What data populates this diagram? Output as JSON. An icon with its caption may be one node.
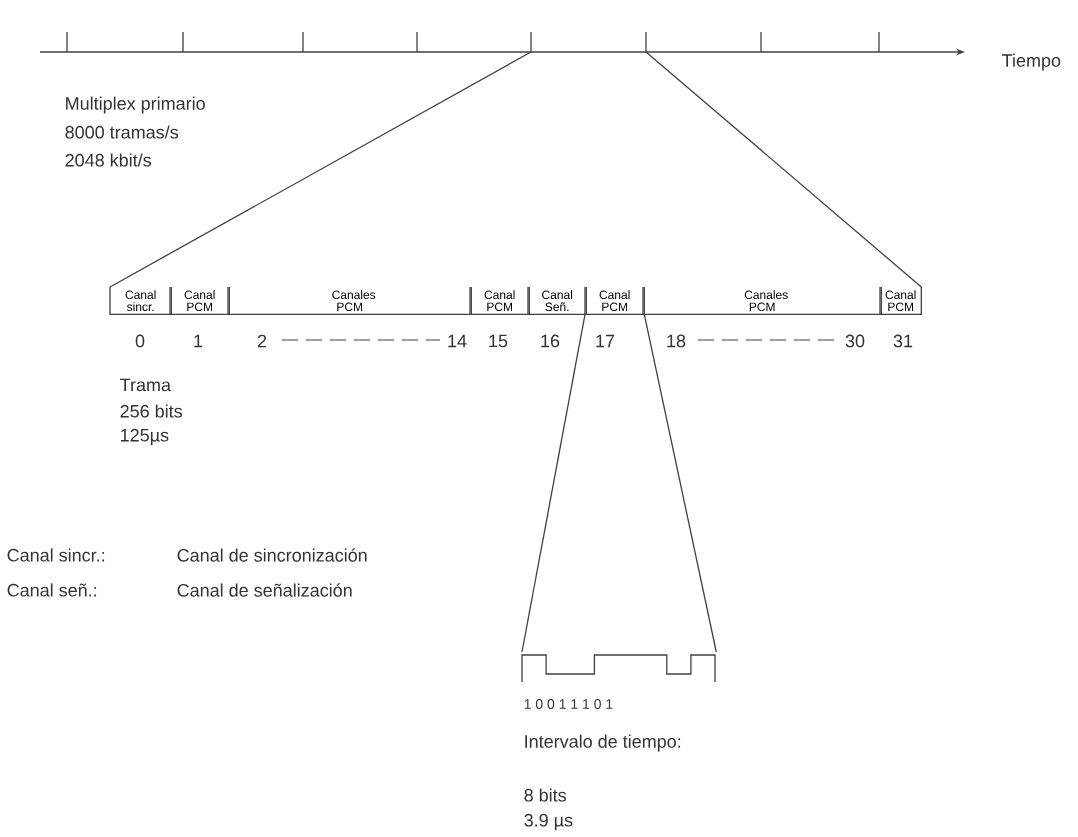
{
  "diagram": {
    "nodes": [
      {
        "text": [
          "Canal sincr."
        ]
      },
      {
        "text": [
          "Canal PCM"
        ]
      },
      {
        "text": [
          "Canales PCM"
        ]
      },
      {
        "text": [
          "Canal PCM"
        ]
      },
      {
        "text": [
          "Canal Señ."
        ]
      },
      {
        "text": [
          "Canal PCM"
        ]
      },
      {
        "text": [
          "Canales PCM"
        ]
      },
      {
        "text": [
          "Canal PCM"
        ]
      },
      {
        "text": [],
        "shape": "waveform"
      }
    ],
    "edges": [
      {
        "from": null,
        "to": 0,
        "arrow": "none"
      },
      {
        "from": null,
        "to": 7,
        "arrow": "none"
      },
      {
        "from": 5,
        "to": 8,
        "arrow": "none"
      },
      {
        "from": 5,
        "to": 8,
        "arrow": "none"
      }
    ],
    "labels": [
      "Tiempo",
      "Multiplex primario",
      "8000 tramas/s",
      "2048 kbit/s",
      "0",
      "1",
      "2",
      "14",
      "15",
      "16",
      "17",
      "18",
      "30",
      "31",
      "Trama",
      "256 bits",
      "125µs",
      "Canal sincr.:",
      "Canal de sincronización",
      "Canal señ.:",
      "Canal de señalización",
      "1 0 0 1 1 1 0 1",
      "Intervalo de tiempo:",
      "8 bits",
      "3.9 µs"
    ]
  }
}
